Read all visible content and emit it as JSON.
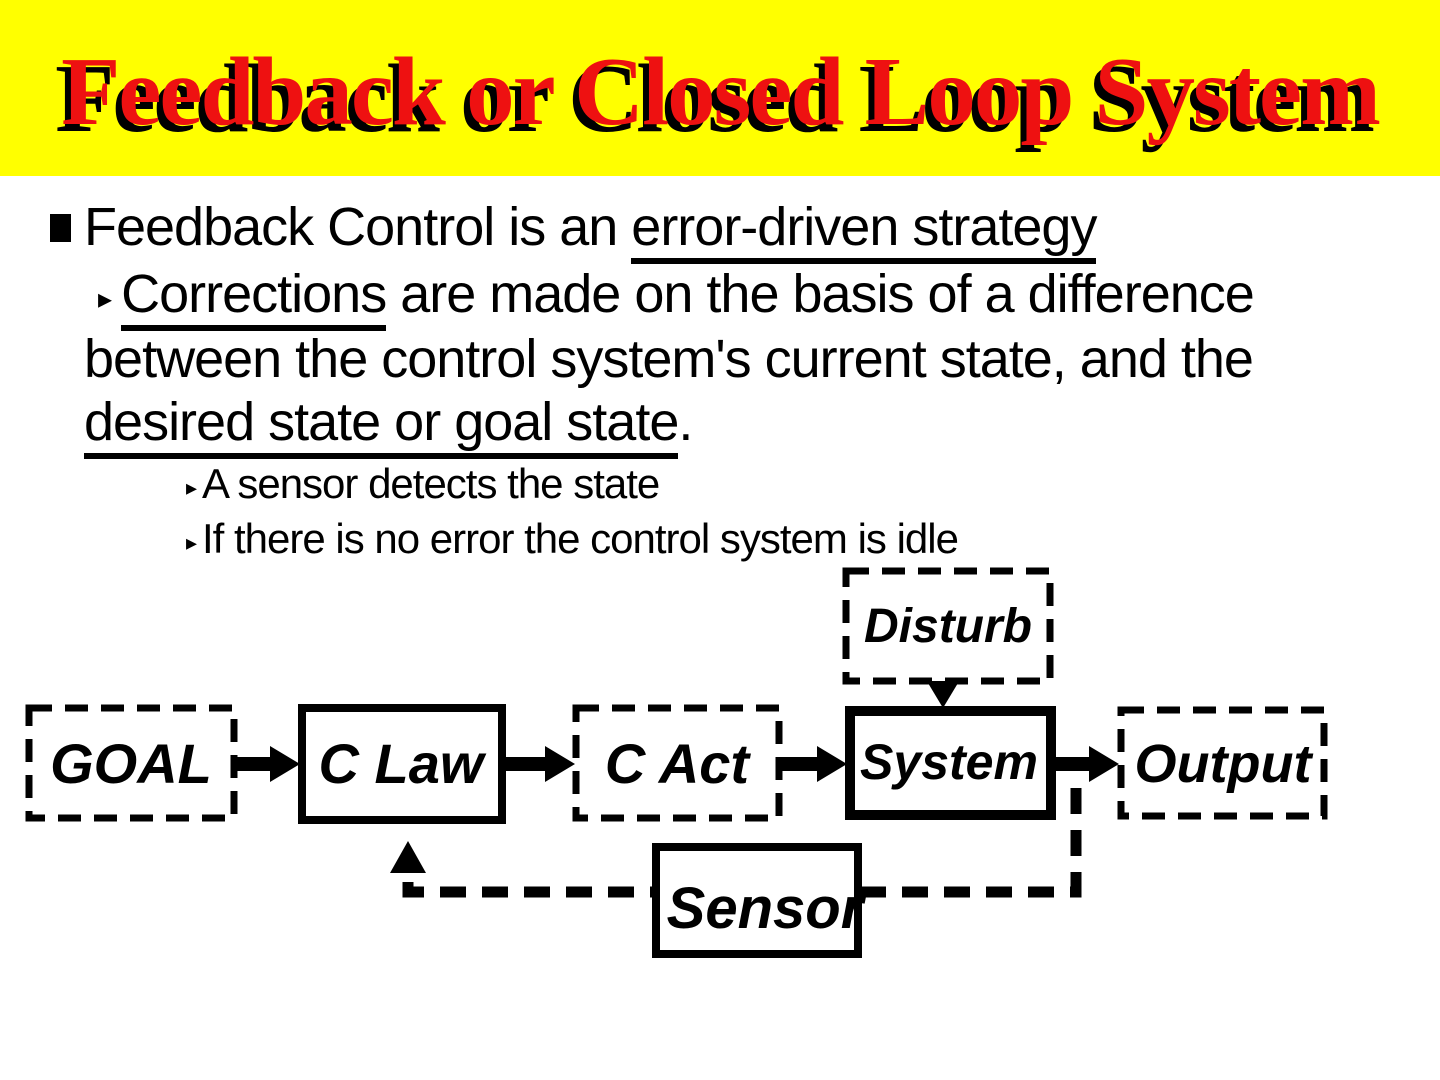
{
  "title": "Feedback or Closed Loop System",
  "colors": {
    "banner_bg": "#ffff00",
    "title_red": "#ee1111",
    "ink": "#000000"
  },
  "bullets": {
    "triangle": "▸"
  },
  "body": {
    "line1": {
      "pre": "Feedback Control is an ",
      "underlined": "error-driven strategy"
    },
    "line2": {
      "underlined": "Corrections",
      "post": " are made on the basis of a difference"
    },
    "line3": "between the control system's current state, and the",
    "line4": {
      "underlined": "desired state or goal state",
      "post": "."
    },
    "line5": "A sensor detects the state",
    "line6": "If there is no error the control system is idle"
  },
  "diagram": {
    "goal": "GOAL",
    "c_law": "C Law",
    "c_act": "C Act",
    "system": "System",
    "output": "Output",
    "disturb": "Disturb",
    "sensor": "Sensor"
  }
}
